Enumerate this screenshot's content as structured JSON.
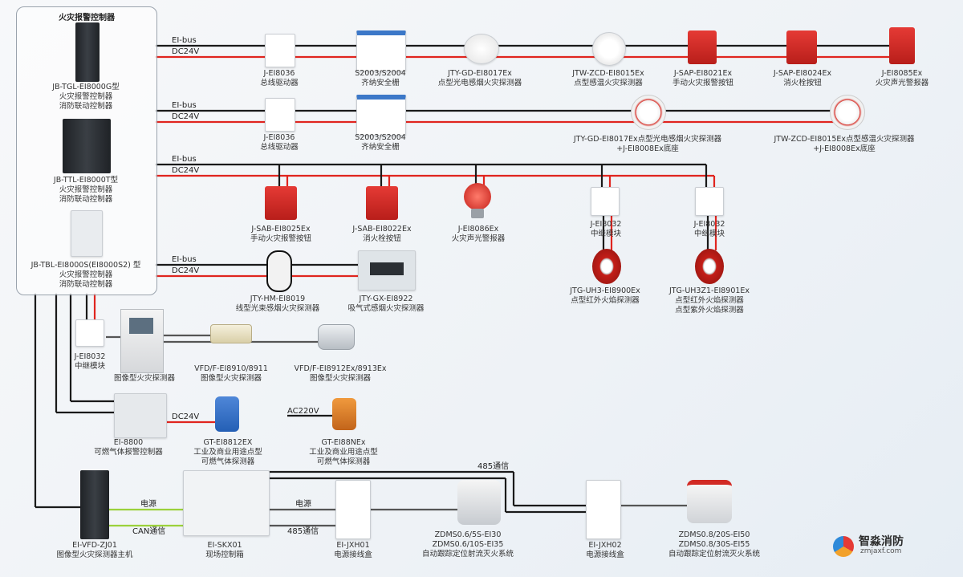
{
  "panel": {
    "title": "火灾报警控制器",
    "controllers": [
      {
        "lines": [
          "JB-TGL-EI8000G型",
          "火灾报警控制器",
          "消防联动控制器"
        ]
      },
      {
        "lines": [
          "JB-TTL-EI8000T型",
          "火灾报警控制器",
          "消防联动控制器"
        ]
      },
      {
        "lines": [
          "JB-TBL-EI8000S(EI8000S2) 型",
          "火灾报警控制器",
          "消防联动控制器"
        ]
      }
    ]
  },
  "bus_labels": {
    "ei_bus": "EI-bus",
    "dc24v": "DC24V",
    "ac220v": "AC220V",
    "power": "电源",
    "can": "CAN通信",
    "rs485": "485通信"
  },
  "row1": [
    {
      "lines": [
        "J-EI8036",
        "总线驱动器"
      ]
    },
    {
      "lines": [
        "S2003/S2004",
        "齐纳安全栅"
      ]
    },
    {
      "lines": [
        "JTY-GD-EI8017Ex",
        "点型光电感烟火灾探测器"
      ]
    },
    {
      "lines": [
        "JTW-ZCD-EI8015Ex",
        "点型感温火灾探测器"
      ]
    },
    {
      "lines": [
        "J-SAP-EI8021Ex",
        "手动火灾报警按钮"
      ]
    },
    {
      "lines": [
        "J-SAP-EI8024Ex",
        "消火栓按钮"
      ]
    },
    {
      "lines": [
        "J-EI8085Ex",
        "火灾声光警报器"
      ]
    }
  ],
  "row2": [
    {
      "lines": [
        "J-EI8036",
        "总线驱动器"
      ]
    },
    {
      "lines": [
        "S2003/S2004",
        "齐纳安全栅"
      ]
    },
    {
      "lines": [
        "JTY-GD-EI8017Ex点型光电感烟火灾探测器",
        "+J-EI8008Ex底座"
      ]
    },
    {
      "lines": [
        "JTW-ZCD-EI8015Ex点型感温火灾探测器",
        "+J-EI8008Ex底座"
      ]
    }
  ],
  "row3": [
    {
      "lines": [
        "J-SAB-EI8025Ex",
        "手动火灾报警按钮"
      ]
    },
    {
      "lines": [
        "J-SAB-EI8022Ex",
        "消火栓按钮"
      ]
    },
    {
      "lines": [
        "J-EI8086Ex",
        "火灾声光警报器"
      ]
    },
    {
      "lines": [
        "J-EI8032",
        "中继模块"
      ]
    },
    {
      "lines": [
        "J-EI8032",
        "中继模块"
      ]
    }
  ],
  "row4": [
    {
      "lines": [
        "JTY-HM-EI8019",
        "线型光束感烟火灾探测器"
      ]
    },
    {
      "lines": [
        "JTY-GX-EI8922",
        "吸气式感烟火灾探测器"
      ]
    },
    {
      "lines": [
        "JTG-UH3-EI8900Ex",
        "点型红外火焰探测器"
      ]
    },
    {
      "lines": [
        "JTG-UH3Z1-EI8901Ex",
        "点型红外火焰探测器",
        "点型紫外火焰探测器"
      ]
    }
  ],
  "row5": [
    {
      "lines": [
        "J-EI8032",
        "中继模块"
      ]
    },
    {
      "lines": [
        "图像型火灾探测器"
      ]
    },
    {
      "lines": [
        "VFD/F-EI8910/8911",
        "图像型火灾探测器"
      ]
    },
    {
      "lines": [
        "VFD/F-EI8912Ex/8913Ex",
        "图像型火灾探测器"
      ]
    }
  ],
  "row6": [
    {
      "lines": [
        "EI-8800",
        "可燃气体报警控制器"
      ]
    },
    {
      "lines": [
        "GT-EI8812EX",
        "工业及商业用途点型",
        "可燃气体探测器"
      ]
    },
    {
      "lines": [
        "GT-EI88NEx",
        "工业及商业用途点型",
        "可燃气体探测器"
      ]
    }
  ],
  "row7": [
    {
      "lines": [
        "EI-VFD-ZJ01",
        "图像型火灾探测器主机"
      ]
    },
    {
      "lines": [
        "EI-SKX01",
        "现场控制箱"
      ]
    },
    {
      "lines": [
        "EI-JXH01",
        "电源接线盒"
      ]
    },
    {
      "lines": [
        "ZDMS0.6/5S-EI30",
        "ZDMS0.6/10S-EI35",
        "自动跟踪定位射流灭火系统"
      ]
    },
    {
      "lines": [
        "EI-JXH02",
        "电源接线盒"
      ]
    },
    {
      "lines": [
        "ZDMS0.8/20S-EI50",
        "ZDMS0.8/30S-EI55",
        "自动跟踪定位射流灭火系统"
      ]
    }
  ],
  "logo": {
    "name": "智淼消防",
    "url": "zmjaxf.com"
  },
  "colors": {
    "black_wire": "#1a1a1a",
    "red_wire": "#e0251f",
    "green_wire": "#9bd13b",
    "gray_wire": "#555555"
  }
}
